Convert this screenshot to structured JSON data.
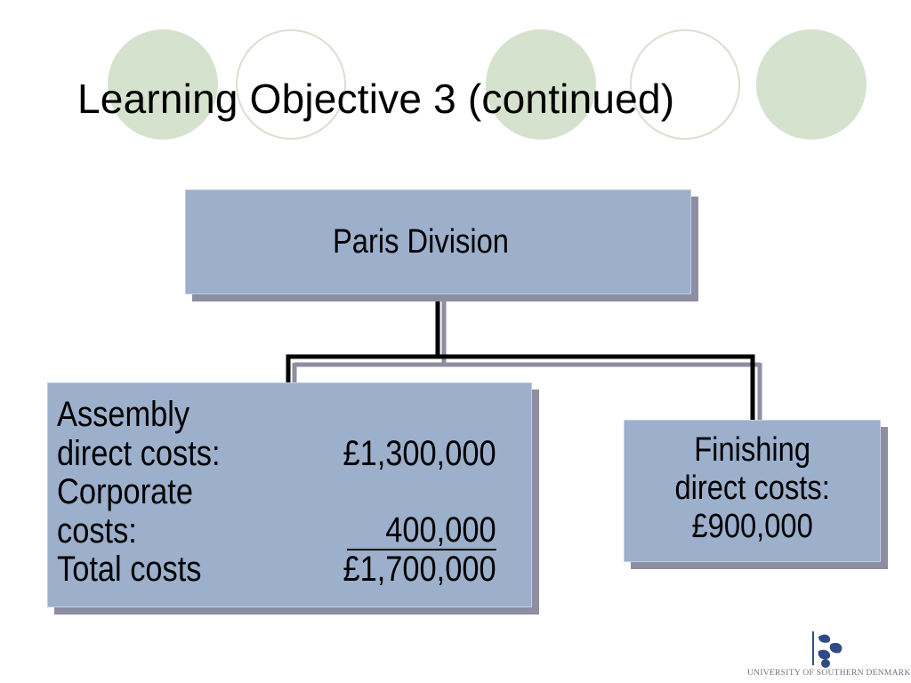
{
  "title": "Learning Objective 3 (continued)",
  "colors": {
    "box_fill": "#9cafcb",
    "box_shadow": "#8d8ea2",
    "circle_fill": "#d5e2cd",
    "circle_outline": "#d5e2cd",
    "logo_blue": "#2f4a86"
  },
  "diagram": {
    "root": {
      "label": "Paris Division"
    },
    "assembly": {
      "rows": [
        {
          "label": "Assembly",
          "amount": ""
        },
        {
          "label": "direct costs:",
          "amount": "£1,300,000"
        },
        {
          "label": "Corporate",
          "amount": ""
        },
        {
          "label": "costs:",
          "amount": "400,000"
        },
        {
          "label": "Total costs",
          "amount": "£1,700,000"
        }
      ]
    },
    "finishing": {
      "line1": "Finishing",
      "line2": "direct costs:",
      "line3": "£900,000"
    }
  },
  "logo": {
    "icon": "leaf-branch-icon",
    "text": "UNIVERSITY OF SOUTHERN DENMARK"
  }
}
